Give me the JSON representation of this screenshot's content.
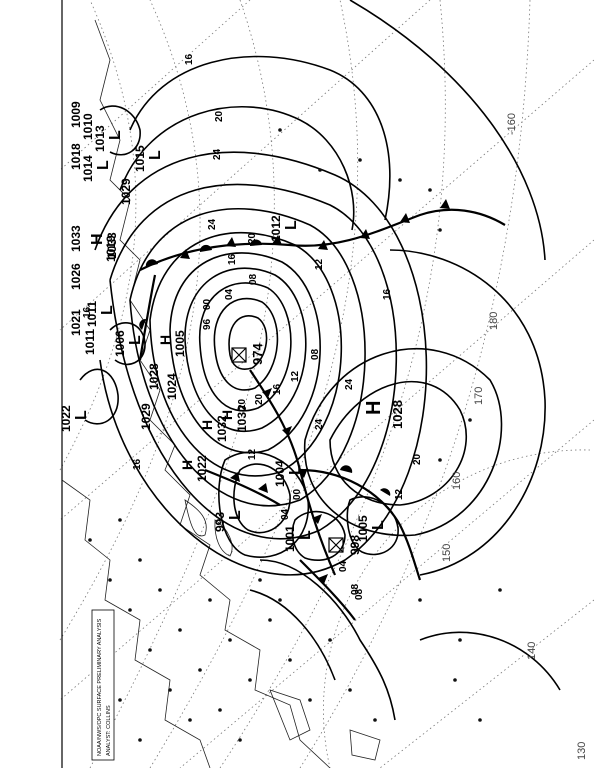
{
  "chart_info": {
    "line1": "NOAA/NWS/OPC SURFACE PRELIMINARY ANALYSIS",
    "line2": "ANALYST: COLLINS"
  },
  "longitudes": [
    "-160",
    "180",
    "170",
    "160",
    "150",
    "140",
    "130"
  ],
  "highs": [
    {
      "symbol": "H",
      "value": "1028"
    },
    {
      "symbol": "H",
      "value": "1033"
    },
    {
      "symbol": "H",
      "value": "1030"
    },
    {
      "symbol": "H",
      "value": "1022"
    },
    {
      "symbol": "H",
      "value": "1032"
    },
    {
      "symbol": "H",
      "value": "1005"
    }
  ],
  "lows": [
    {
      "symbol": "L",
      "value": "974"
    },
    {
      "symbol": "L",
      "value": "1012"
    },
    {
      "symbol": "L",
      "value": "1004"
    },
    {
      "symbol": "L",
      "value": "998"
    },
    {
      "symbol": "L",
      "value": "1001"
    },
    {
      "symbol": "L",
      "value": "1005"
    },
    {
      "symbol": "L",
      "value": "993"
    },
    {
      "symbol": "L",
      "value": "1006"
    },
    {
      "symbol": "L",
      "value": "1013"
    },
    {
      "symbol": "L",
      "value": "1015"
    },
    {
      "symbol": "L",
      "value": "1011"
    },
    {
      "symbol": "L",
      "value": "1014"
    },
    {
      "symbol": "L",
      "value": "1022"
    }
  ],
  "isobar_labels": [
    "16",
    "20",
    "24",
    "20",
    "16",
    "24",
    "12",
    "08",
    "04",
    "00",
    "96",
    "08",
    "12",
    "16",
    "20",
    "24",
    "16",
    "20",
    "12",
    "08",
    "04",
    "00",
    "24",
    "20",
    "16",
    "12",
    "08",
    "04",
    "16"
  ],
  "edge_values": [
    "1021",
    "1026",
    "1033",
    "1029",
    "1019",
    "1010",
    "1018",
    "1009",
    "1011",
    "1028",
    "1024",
    "1029"
  ]
}
